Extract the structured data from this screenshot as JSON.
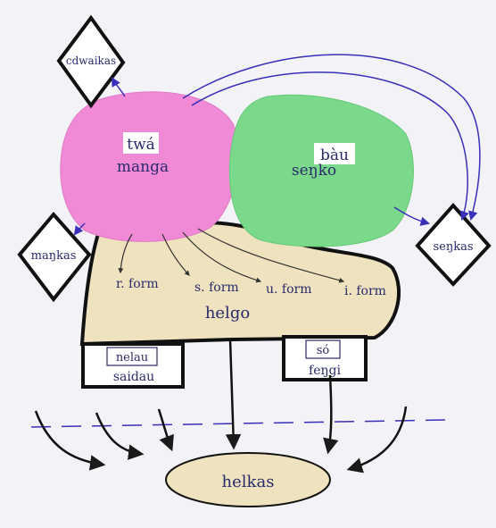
{
  "nodes": {
    "cdwaikas": "cdwaikas",
    "twa": "twá",
    "manga": "manga",
    "bau": "bàu",
    "senko": "seŋko",
    "mankas": "maŋkas",
    "senkas": "seŋkas",
    "r_form": "r. form",
    "s_form": "s. form",
    "u_form": "u. form",
    "i_form": "i. form",
    "helgo": "helgo",
    "nelau": "nelau",
    "saidau": "saidau",
    "so": "só",
    "fenggi": "feŋgi",
    "helkas": "helkas"
  },
  "colors": {
    "pink": "#f08ad6",
    "green": "#7ad98a",
    "tan": "#efe3bf",
    "ink": "#2a2a6a",
    "arrow_blue": "#3a2fb8"
  }
}
